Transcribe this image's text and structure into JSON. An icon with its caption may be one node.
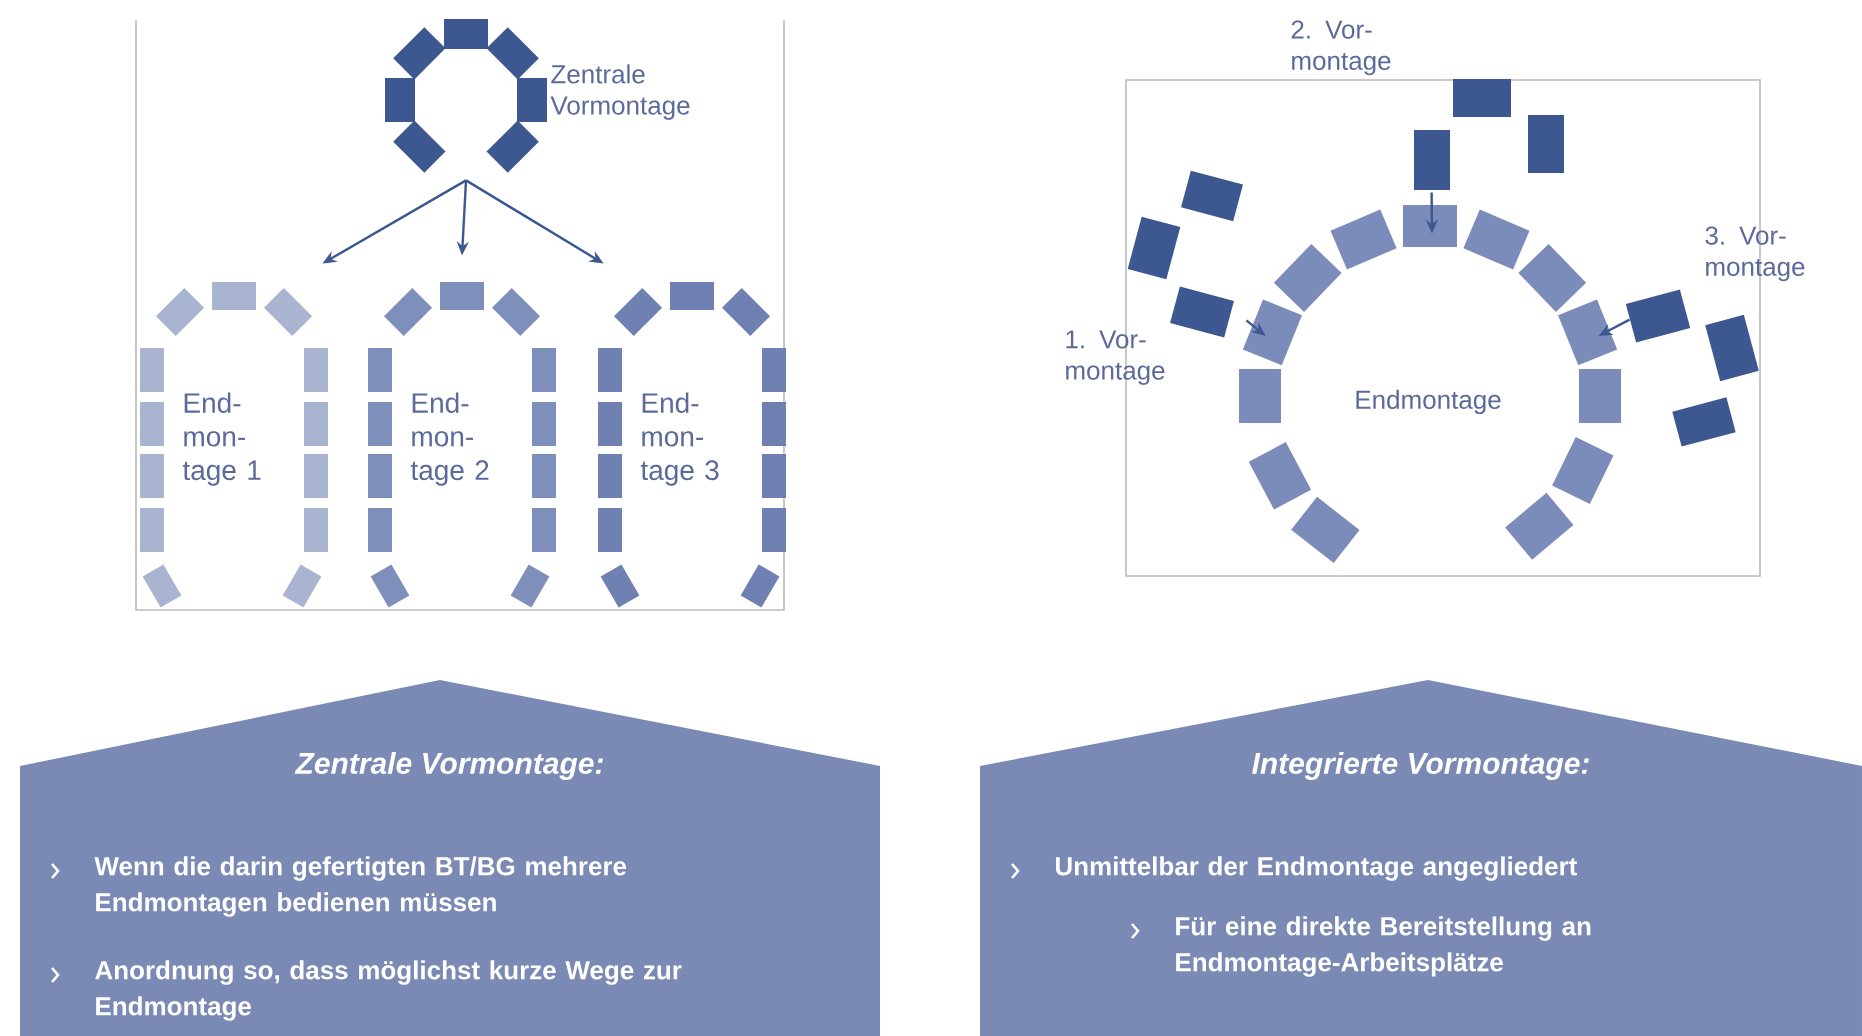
{
  "diagram": {
    "nodes": [
      {
        "text": [
          "Zentrale Vormontage"
        ]
      },
      {
        "text": [
          "End- mon- tage 1"
        ]
      },
      {
        "text": [
          "End- mon- tage 2"
        ]
      },
      {
        "text": [
          "End- mon- tage 3"
        ]
      },
      {
        "text": [
          "Endmontage"
        ]
      },
      {
        "text": [
          "1. Vor- montage"
        ]
      },
      {
        "text": [
          "2. Vor- montage"
        ]
      },
      {
        "text": [
          "3. Vor- montage"
        ]
      },
      {
        "text": [
          "Zentrale Vormontage:",
          "Wenn die darin gefertigten BT/BG mehrere Endmontagen bedienen müssen",
          "Anordnung so, dass möglichst kurze Wege zur Endmontage"
        ]
      },
      {
        "text": [
          "Integrierte Vormontage:",
          "Unmittelbar der Endmontage angegliedert",
          "Für eine direkte Bereitstellung an Endmontage-Arbeitsplätze"
        ]
      }
    ],
    "edges": [
      {
        "from": 0,
        "to": 1,
        "arrow": "to"
      },
      {
        "from": 0,
        "to": 2,
        "arrow": "to"
      },
      {
        "from": 0,
        "to": 3,
        "arrow": "to"
      },
      {
        "from": 5,
        "to": 4,
        "arrow": "to"
      },
      {
        "from": 6,
        "to": 4,
        "arrow": "to"
      },
      {
        "from": 7,
        "to": 4,
        "arrow": "to"
      }
    ]
  }
}
